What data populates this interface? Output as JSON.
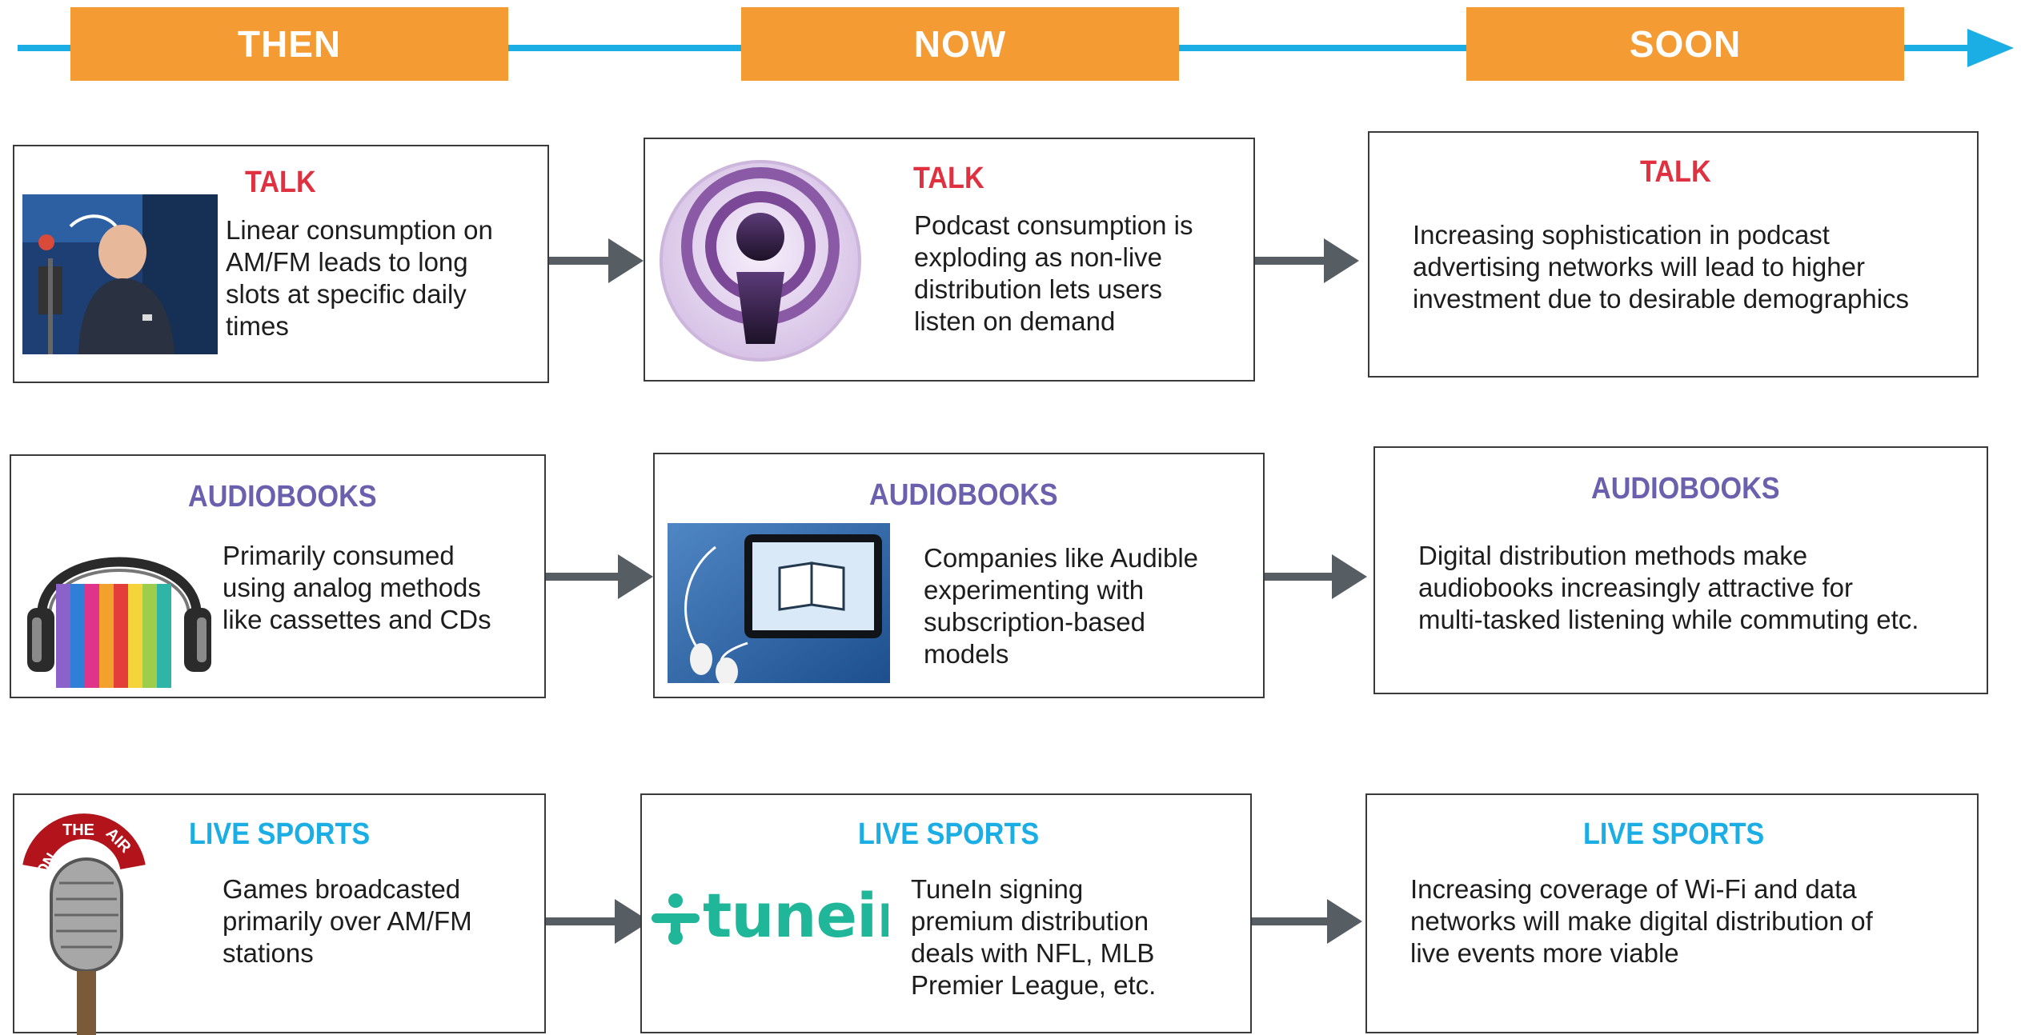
{
  "timeline": {
    "phases": [
      "THEN",
      "NOW",
      "SOON"
    ]
  },
  "colors": {
    "timeline": "#1aaee5",
    "phase_box": "#f49b34",
    "talk": "#e03140",
    "audiobooks": "#6a60ad",
    "live_sports": "#1aaee5",
    "connector": "#565d63"
  },
  "rows": {
    "talk": {
      "then": {
        "title": "TALK",
        "text": "Linear consumption on\nAM/FM leads to long\nslots at specific daily\ntimes",
        "image": "radio-host-photo"
      },
      "now": {
        "title": "TALK",
        "text": "Podcast consumption is\nexploding as non-live\ndistribution lets users\nlisten on demand",
        "image": "podcast-icon"
      },
      "soon": {
        "title": "TALK",
        "text": "Increasing sophistication in podcast\nadvertising networks will lead to higher\ninvestment due to desirable demographics"
      }
    },
    "audiobooks": {
      "then": {
        "title": "AUDIOBOOKS",
        "text": "Primarily consumed\nusing analog methods\nlike cassettes and CDs",
        "image": "headphones-books-icon"
      },
      "now": {
        "title": "AUDIOBOOKS",
        "text": "Companies like Audible\nexperimenting with\nsubscription-based\nmodels",
        "image": "tablet-earbuds-photo"
      },
      "soon": {
        "title": "AUDIOBOOKS",
        "text": "Digital distribution methods make\naudiobooks increasingly attractive for\nmulti-tasked listening while commuting etc."
      }
    },
    "live_sports": {
      "then": {
        "title": "LIVE SPORTS",
        "text": "Games broadcasted\nprimarily over AM/FM\nstations",
        "image": "on-the-air-microphone"
      },
      "now": {
        "title": "LIVE SPORTS",
        "text": "TuneIn signing\npremium distribution\ndeals with NFL, MLB\nPremier League,  etc.",
        "logo_text": "tunein",
        "image": "tunein-logo"
      },
      "soon": {
        "title": "LIVE SPORTS",
        "text": "Increasing coverage of Wi-Fi and data\nnetworks will make digital distribution of\nlive events more viable"
      }
    }
  }
}
